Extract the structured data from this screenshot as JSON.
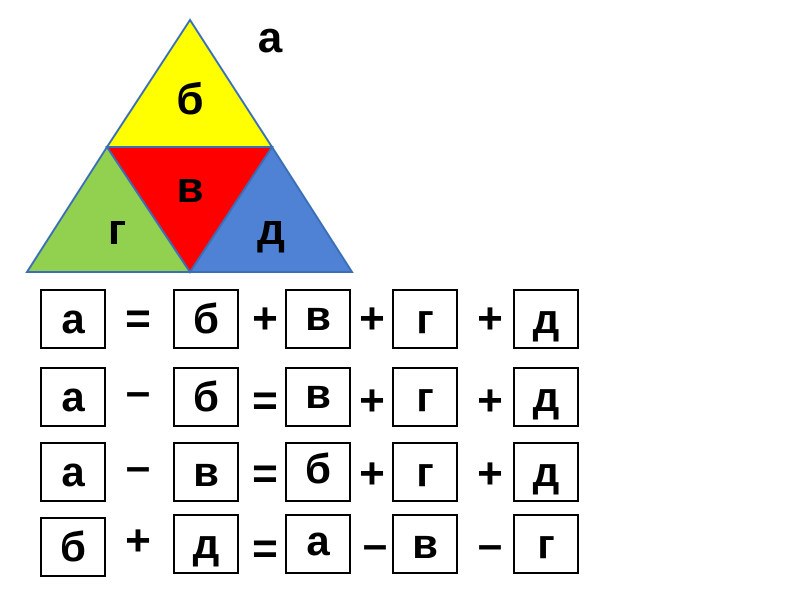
{
  "triangle": {
    "outer_label": "а",
    "top_label": "б",
    "center_label": "в",
    "left_label": "г",
    "right_label": "д",
    "colors": {
      "top": "#ffff00",
      "center": "#ff0000",
      "left": "#92d050",
      "right": "#4f81d5",
      "outline": "#3a6fb7"
    }
  },
  "equations": [
    {
      "terms": [
        "а",
        "=",
        "б",
        "+",
        "в",
        "+",
        "г",
        "+",
        "д"
      ]
    },
    {
      "terms": [
        "а",
        "–",
        "б",
        "=",
        "в",
        "+",
        "г",
        "+",
        "д"
      ]
    },
    {
      "terms": [
        "а",
        "–",
        "в",
        "=",
        "б",
        "+",
        "г",
        "+",
        "д"
      ]
    },
    {
      "terms": [
        "б",
        "+",
        "д",
        "=",
        "а",
        "–",
        "в",
        "–",
        "г"
      ]
    }
  ]
}
